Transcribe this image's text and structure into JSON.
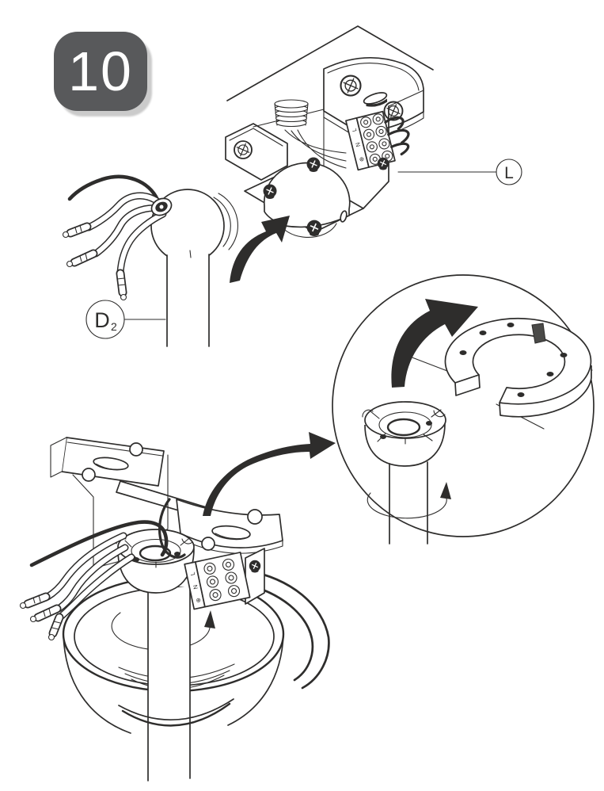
{
  "colors": {
    "paper": "#ffffff",
    "ink": "#2e2d2c",
    "badge_bg": "#58595b",
    "badge_text": "#ffffff",
    "badge_shadow": "#cbcbcb"
  },
  "step_badge": {
    "number": "10"
  },
  "callouts": {
    "bracket_part": {
      "label": "L"
    },
    "downrod_part": {
      "label": "D",
      "subscript": "2"
    }
  },
  "terminal_block_top": {
    "labels": [
      "L",
      "N",
      "⊕"
    ]
  },
  "terminal_block_bottom": {
    "labels": [
      "L",
      "N",
      "⊕"
    ]
  },
  "icons": {
    "small_curved_arrow": "curved-arrow-up-right",
    "large_curved_arrow": "curved-arrow-to-detail",
    "inset_ring_arrow": "rotate-ring-arrow",
    "inset_rotation_arrow": "rotation-arrow",
    "canopy_rotation_arrow": "rotation-arrow"
  }
}
